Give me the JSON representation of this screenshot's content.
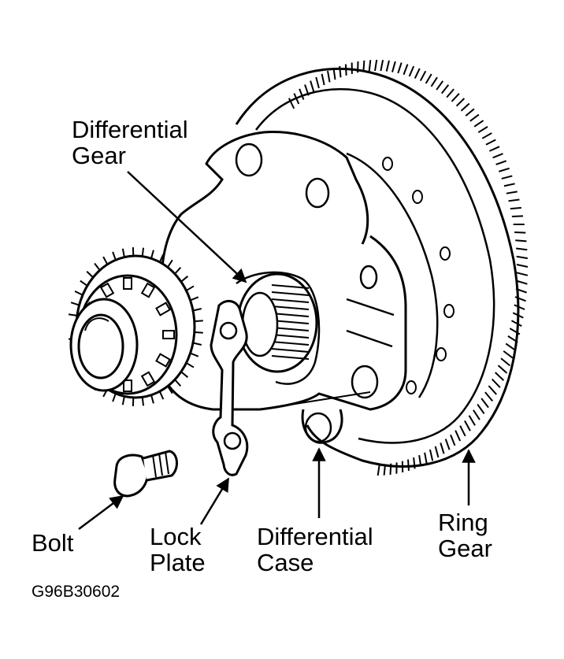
{
  "labels": {
    "differential_gear": [
      "Differential",
      "Gear"
    ],
    "bolt": "Bolt",
    "lock_plate": [
      "Lock",
      "Plate"
    ],
    "differential_case": [
      "Differential",
      "Case"
    ],
    "ring_gear": [
      "Ring",
      "Gear"
    ]
  },
  "figure_code": "G96B30602",
  "colors": {
    "ink": "#000000",
    "paper": "#ffffff"
  }
}
